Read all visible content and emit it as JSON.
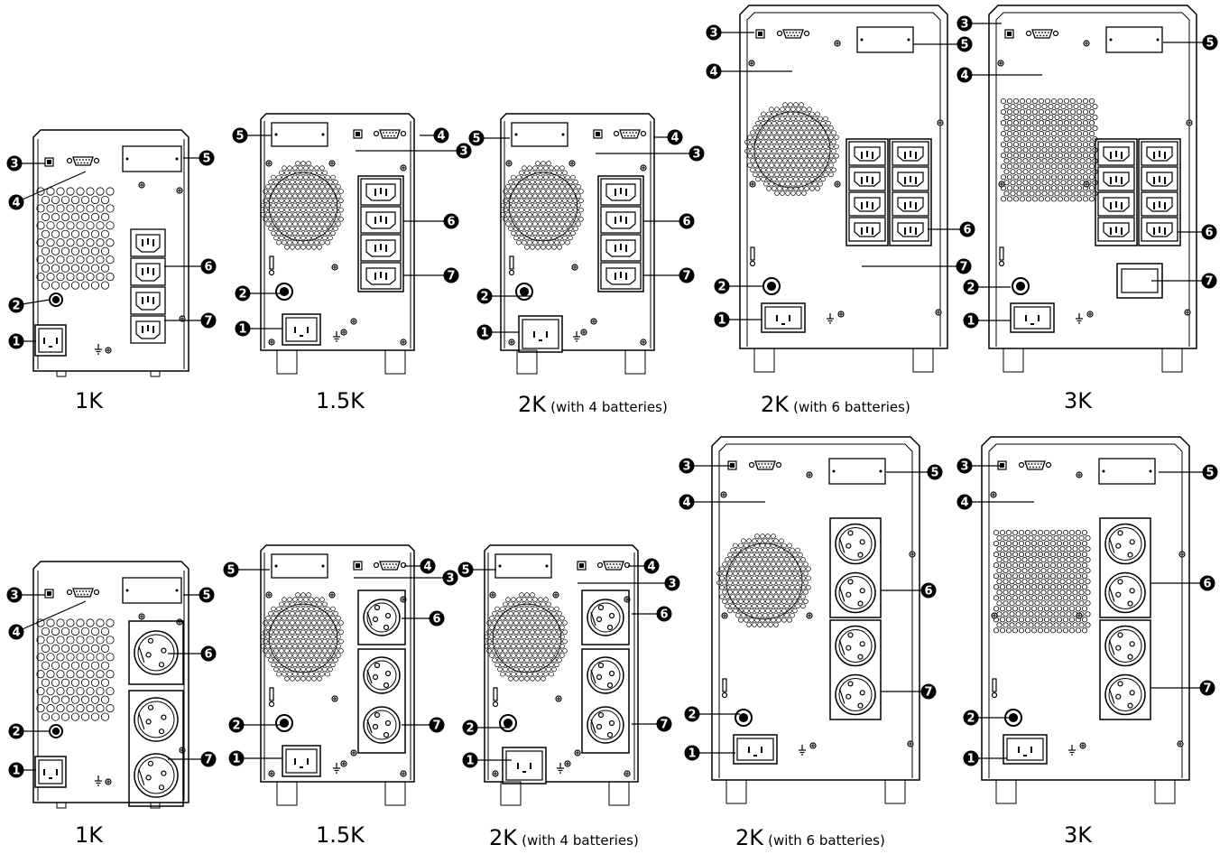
{
  "captions": {
    "top": [
      {
        "model": "1K",
        "note": ""
      },
      {
        "model": "1.5K",
        "note": ""
      },
      {
        "model": "2K",
        "note": "(with 4 batteries)"
      },
      {
        "model": "2K",
        "note": "(with 6 batteries)"
      },
      {
        "model": "3K",
        "note": ""
      }
    ],
    "bottom": [
      {
        "model": "1K",
        "note": ""
      },
      {
        "model": "1.5K",
        "note": ""
      },
      {
        "model": "2K",
        "note": "(with 4 batteries)"
      },
      {
        "model": "2K",
        "note": "(with 6 batteries)"
      },
      {
        "model": "3K",
        "note": ""
      }
    ]
  },
  "callouts": [
    "1",
    "2",
    "3",
    "4",
    "5",
    "6",
    "7"
  ],
  "colors": {
    "line": "#000000",
    "panel": "#ffffff",
    "badge": "#000000",
    "badge_text": "#ffffff"
  },
  "icons": {
    "ac_inlet": "iec-inlet-icon",
    "breaker": "circuit-breaker-icon",
    "usb": "usb-port-icon",
    "rs232": "rs232-port-icon",
    "snmp_slot": "snmp-slot-icon",
    "outlet_iec": "iec-outlet-icon",
    "outlet_schuko": "schuko-outlet-icon",
    "fan": "fan-grille-icon",
    "ground": "ground-screw-icon"
  }
}
